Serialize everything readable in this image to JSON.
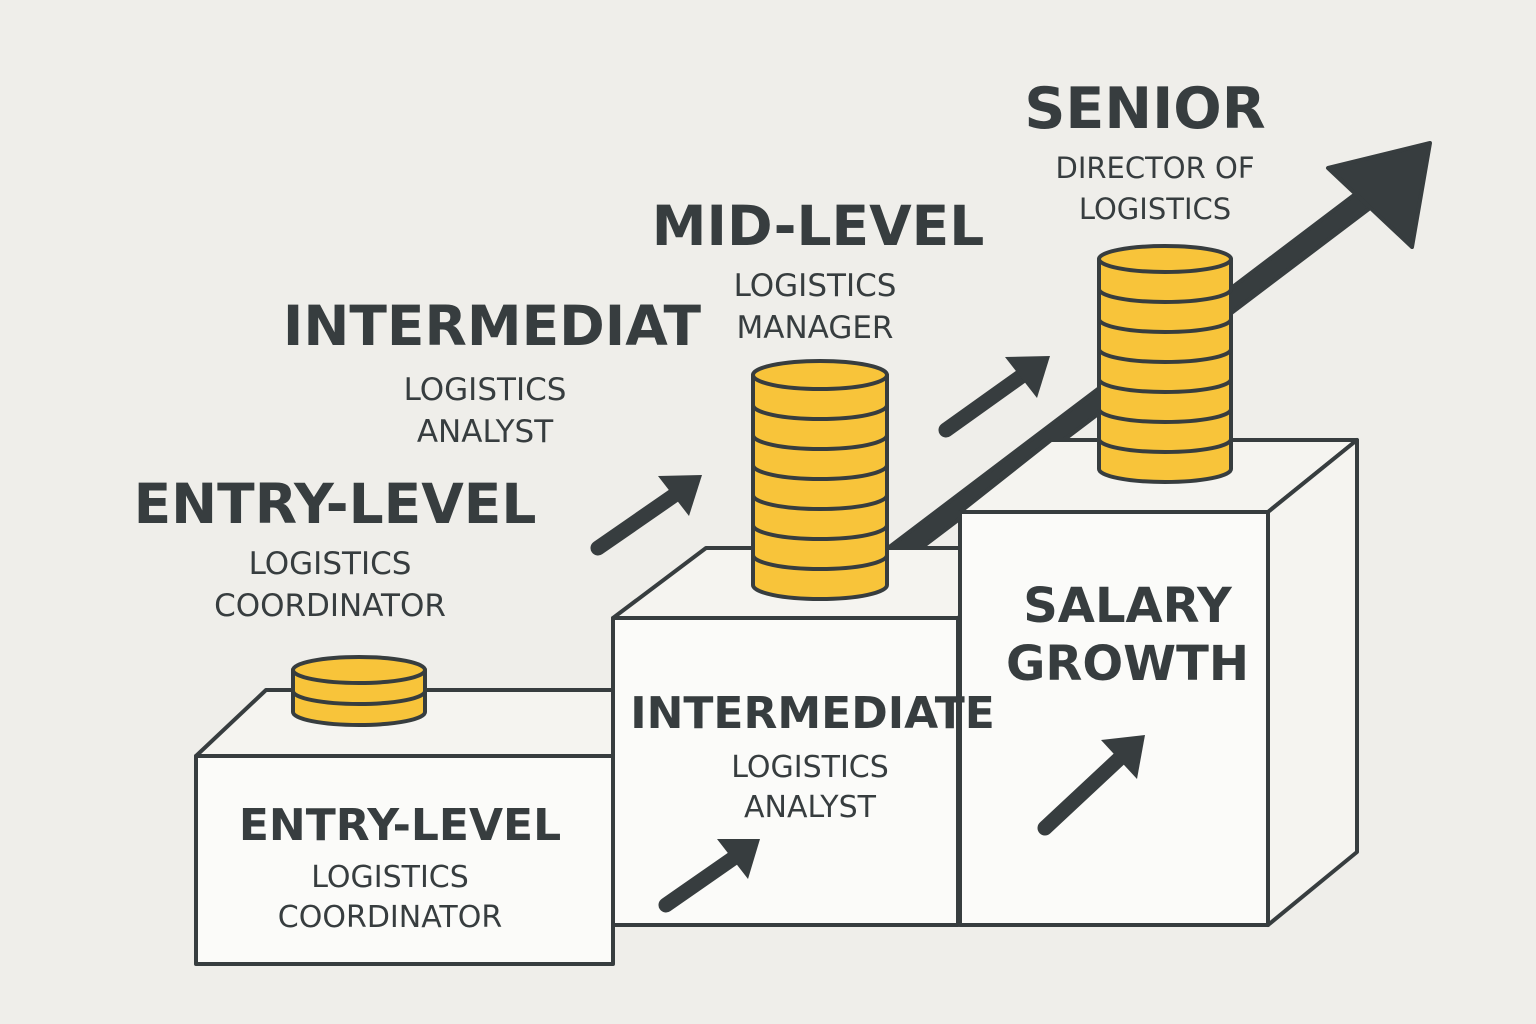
{
  "colors": {
    "background": "#efeeea",
    "ink": "#373d3f",
    "coin": "#f8c43a",
    "block_face": "#fbfbf9",
    "block_top": "#f5f4f0"
  },
  "labels": {
    "entry_heading": "ENTRY-LEVEL",
    "entry_role_1": "LOGISTICS",
    "entry_role_2": "COORDINATOR",
    "intermediate_heading": "INTERMEDIAT",
    "intermediate_role_1": "LOGISTICS",
    "intermediate_role_2": "ANALYST",
    "mid_heading": "MID-LEVEL",
    "mid_role_1": "LOGISTICS",
    "mid_role_2": "MANAGER",
    "senior_heading": "SENIOR",
    "senior_role_1": "DIRECTOR OF",
    "senior_role_2": "LOGISTICS"
  },
  "blocks": {
    "entry_title": "ENTRY-LEVEL",
    "entry_role_1": "LOGISTICS",
    "entry_role_2": "COORDINATOR",
    "intermediate_title": "INTERMEDIATE",
    "intermediate_role_1": "LOGISTICS",
    "intermediate_role_2": "ANALYST",
    "salary_line_1": "SALARY",
    "salary_line_2": "GROWTH"
  },
  "coin_stacks": {
    "entry": 2,
    "intermediate": 7,
    "senior": 7
  },
  "icons": [
    "growth-arrow-icon",
    "small-arrow-icon",
    "coin-stack-icon"
  ]
}
